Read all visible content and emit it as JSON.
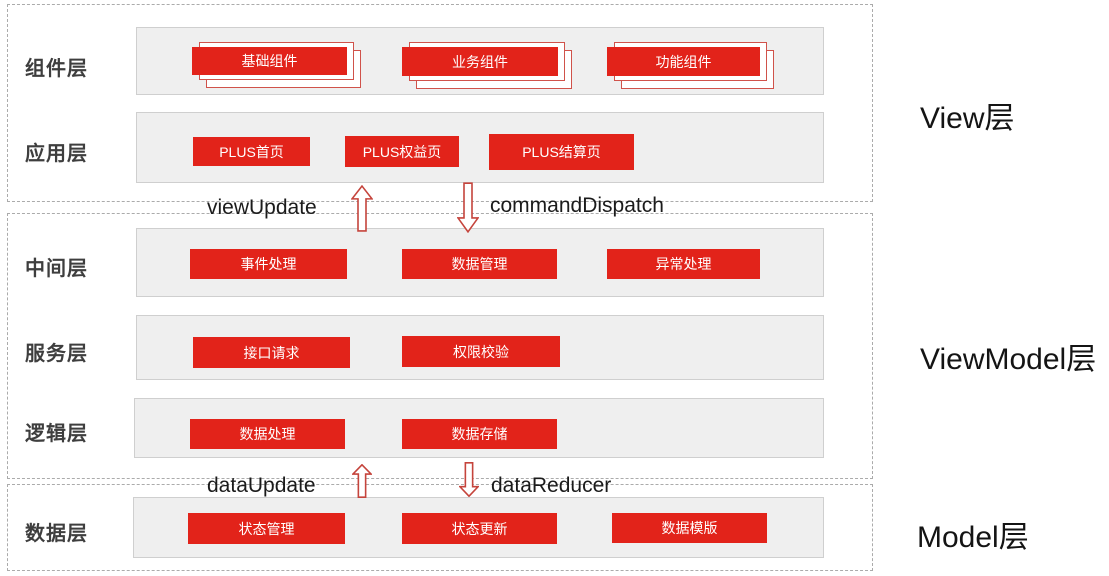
{
  "diagram": {
    "title_hint": "MVVM layered architecture diagram",
    "groups": [
      {
        "name": "view",
        "side_label": "View层",
        "rows": [
          {
            "label": "组件层",
            "style": "stacked",
            "items": [
              "基础组件",
              "业务组件",
              "功能组件"
            ]
          },
          {
            "label": "应用层",
            "style": "flat",
            "items": [
              "PLUS首页",
              "PLUS权益页",
              "PLUS结算页"
            ]
          }
        ]
      },
      {
        "name": "viewmodel",
        "side_label": "ViewModel层",
        "rows": [
          {
            "label": "中间层",
            "style": "flat",
            "items": [
              "事件处理",
              "数据管理",
              "异常处理"
            ]
          },
          {
            "label": "服务层",
            "style": "flat",
            "items": [
              "接口请求",
              "权限校验"
            ]
          },
          {
            "label": "逻辑层",
            "style": "flat",
            "items": [
              "数据处理",
              "数据存储"
            ]
          }
        ]
      },
      {
        "name": "model",
        "side_label": "Model层",
        "rows": [
          {
            "label": "数据层",
            "style": "flat",
            "items": [
              "状态管理",
              "状态更新",
              "数据模版"
            ]
          }
        ]
      }
    ],
    "connectors": [
      {
        "label": "viewUpdate",
        "direction": "up"
      },
      {
        "label": "commandDispatch",
        "direction": "down"
      },
      {
        "label": "dataUpdate",
        "direction": "up"
      },
      {
        "label": "dataReducer",
        "direction": "down"
      }
    ],
    "colors": {
      "accent_red": "#e2231a",
      "sheet_outline_red": "#d0524a",
      "arrow_outline_red": "#c5443c",
      "lane_bg": "#efefef",
      "lane_border": "#cfcfcf",
      "group_dashed_border": "#ababab",
      "label_dark": "#3e3e3e",
      "text_black": "#141414"
    }
  }
}
